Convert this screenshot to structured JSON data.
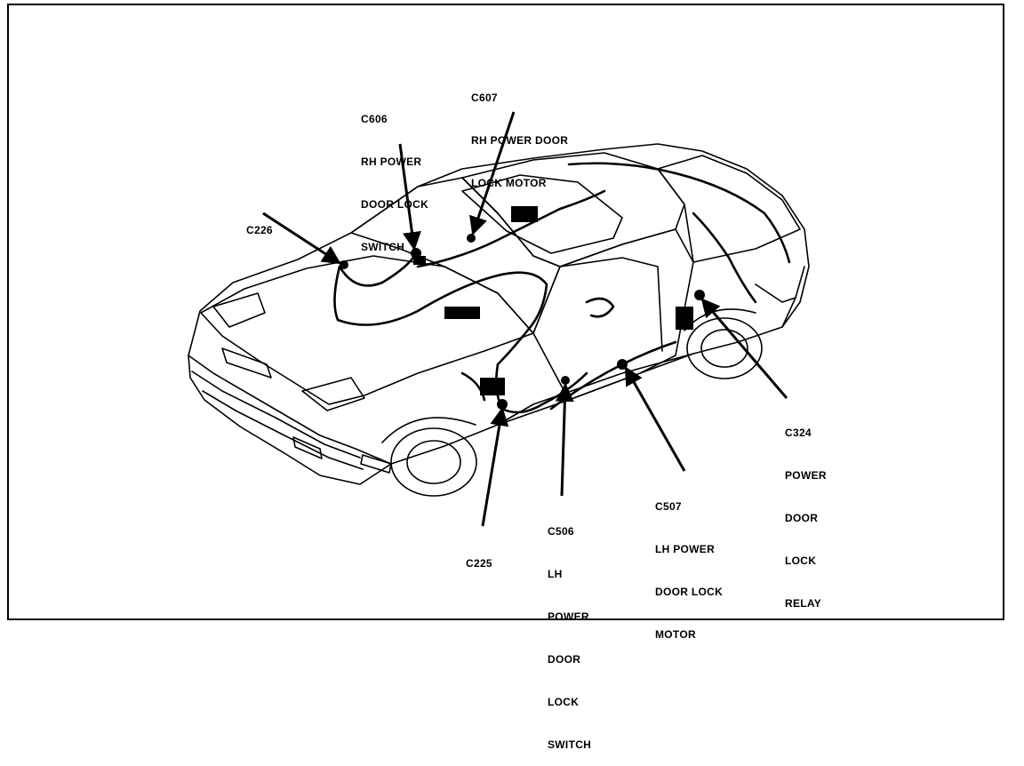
{
  "callouts": [
    {
      "id": "c226",
      "lines": [
        "C226"
      ]
    },
    {
      "id": "c606",
      "lines": [
        "C606",
        "RH POWER",
        "DOOR LOCK",
        "SWITCH"
      ]
    },
    {
      "id": "c607",
      "lines": [
        "C607",
        "RH POWER DOOR",
        "LOCK MOTOR"
      ]
    },
    {
      "id": "c324",
      "lines": [
        "C324",
        "POWER",
        "DOOR",
        "LOCK",
        "RELAY"
      ]
    },
    {
      "id": "c507",
      "lines": [
        "C507",
        "LH POWER",
        "DOOR LOCK",
        "MOTOR"
      ]
    },
    {
      "id": "c506",
      "lines": [
        "C506",
        "LH",
        "POWER",
        "DOOR",
        "LOCK",
        "SWITCH"
      ]
    },
    {
      "id": "c225",
      "lines": [
        "C225"
      ]
    }
  ]
}
